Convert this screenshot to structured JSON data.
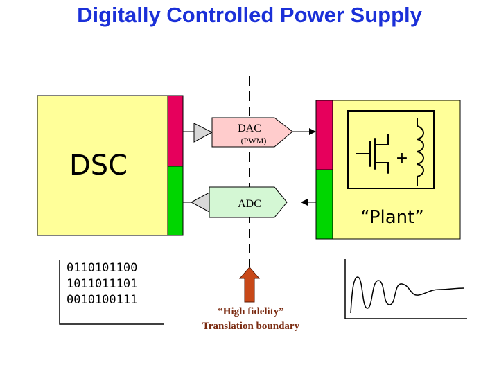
{
  "title": "Digitally Controlled Power Supply",
  "dsc": {
    "label": "DSC"
  },
  "dac": {
    "label": "DAC",
    "sublabel": "(PWM)"
  },
  "adc": {
    "label": "ADC"
  },
  "plant": {
    "label": "“Plant”"
  },
  "boundary": {
    "label_line1": "“High fidelity”",
    "label_line2": "Translation boundary"
  },
  "bits": [
    "0110101100",
    "1011011101",
    "0010100111"
  ],
  "colors": {
    "title": "#1b30d8",
    "box_fill": "#ffff99",
    "output_port": "#e6005c",
    "input_port": "#00d600",
    "arrow": "#c84818",
    "boundary_text": "#7a2a10"
  },
  "icons": [
    "switch-icon",
    "inductor-icon",
    "plus-icon",
    "up-arrow-icon",
    "waveform-icon"
  ]
}
